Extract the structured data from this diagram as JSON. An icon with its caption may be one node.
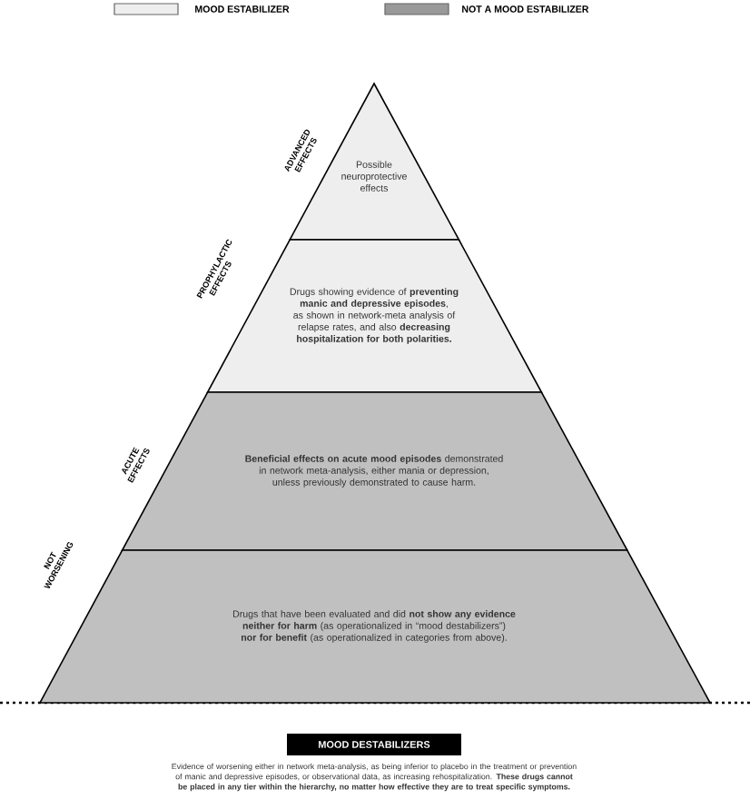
{
  "diagram": {
    "nodes": [
      {
        "text": [
          "Possible neuroprotective effects"
        ],
        "beside": [
          "ADVANCED EFFECTS"
        ]
      },
      {
        "text": [
          "Drugs showing evidence of **preventing manic and depressive episodes**, as shown in network-meta analysis of relapse rates, and also **decreasing hospitalization for both polarities.**"
        ],
        "beside": [
          "PROPHYLACTIC EFFECTS"
        ]
      },
      {
        "text": [
          "**Beneficial effects on acute mood episodes** demonstrated in network meta-analysis, either mania or depression, unless previously demonstrated to cause harm."
        ],
        "beside": [
          "ACUTE EFFECTS"
        ]
      },
      {
        "text": [
          "Drugs that have been evaluated and did **not show any evidence neither for harm** (as operationalized in “mood destabilizers”) **nor for benefit** (as operationalized in categories from above)."
        ],
        "beside": [
          "NOT WORSENING"
        ]
      },
      {
        "text": [
          "MOOD DESTABILIZERS"
        ]
      }
    ],
    "labels": [
      "Evidence of worsening either in network meta-analysis, as being inferior to placebo in the treatment or prevention of manic and depressive episodes, or observational data, as increasing rehospitalization. **These drugs cannot be placed in any tier within the hierarchy, no matter how effective they are to treat specific symptoms.**"
    ],
    "legend": [
      {
        "text": "MOOD ESTABILIZER",
        "color": "#eeeeee"
      },
      {
        "text": "NOT A MOOD ESTABILIZER",
        "color": "#999999"
      }
    ]
  }
}
